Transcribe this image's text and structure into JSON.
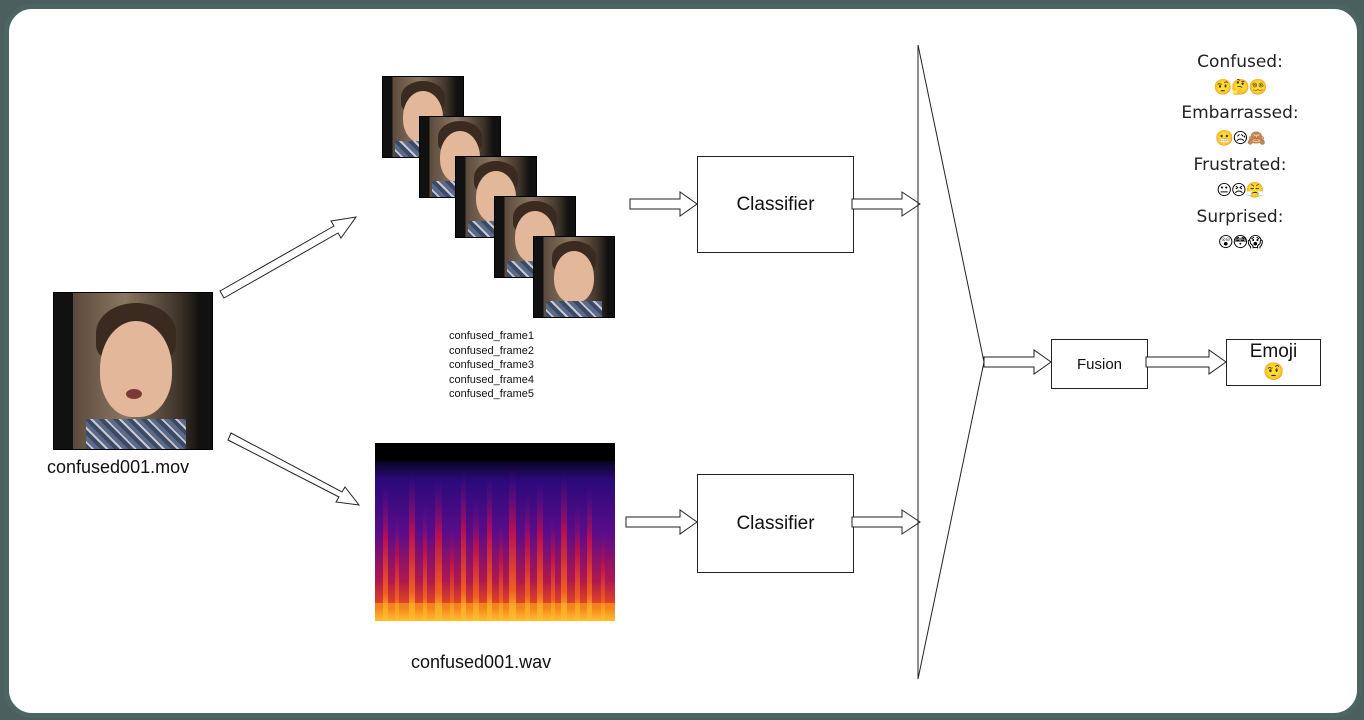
{
  "video": {
    "filename": "confused001.mov"
  },
  "frames": {
    "labels": [
      "confused_frame1",
      "confused_frame2",
      "confused_frame3",
      "confused_frame4",
      "confused_frame5"
    ]
  },
  "audio": {
    "filename": "confused001.wav"
  },
  "classifiers": [
    {
      "label": "Classifier"
    },
    {
      "label": "Classifier"
    }
  ],
  "fusion": {
    "label": "Fusion"
  },
  "output": {
    "label": "Emoji",
    "emoji": "🤨"
  },
  "legend": [
    {
      "name": "Confused:",
      "emojis": "🤨🤔😵‍💫"
    },
    {
      "name": "Embarrassed:",
      "emojis": "😬😥🙈"
    },
    {
      "name": "Frustrated:",
      "emojis": "😐😣😤"
    },
    {
      "name": "Surprised:",
      "emojis": "😲😳😱"
    }
  ],
  "colors": {
    "border": "#4c6462",
    "spectrogram_low": "#1a0a6e",
    "spectrogram_mid": "#c0104a",
    "spectrogram_high": "#ffd23a"
  }
}
